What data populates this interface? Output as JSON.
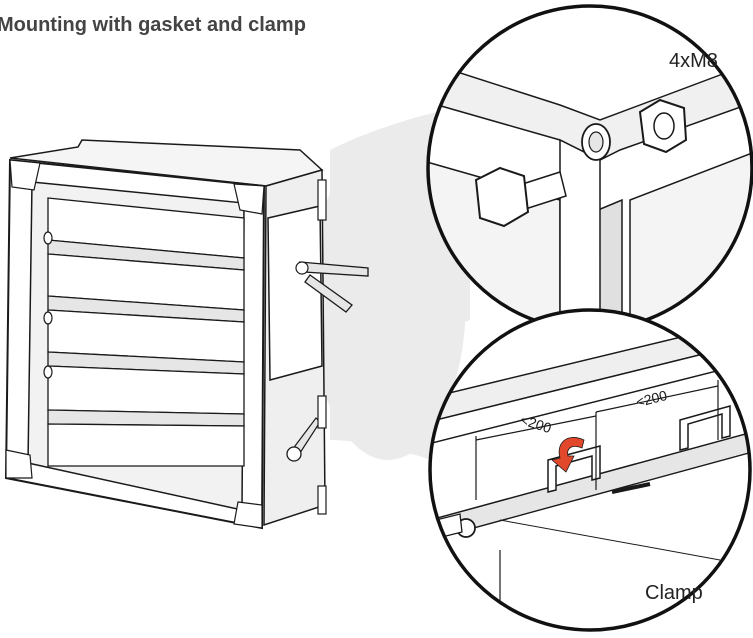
{
  "title": "Mounting with gasket and clamp",
  "callouts": {
    "bolts_label": "4xM8",
    "clamp_label": "Clamp"
  },
  "dimensions": {
    "left_spacing": "<200",
    "right_spacing": "<200"
  },
  "colors": {
    "line": "#1a1a1a",
    "shade": "#e6e6e6",
    "zoom_cone": "#ebebeb",
    "arrow": "#e2482b"
  }
}
